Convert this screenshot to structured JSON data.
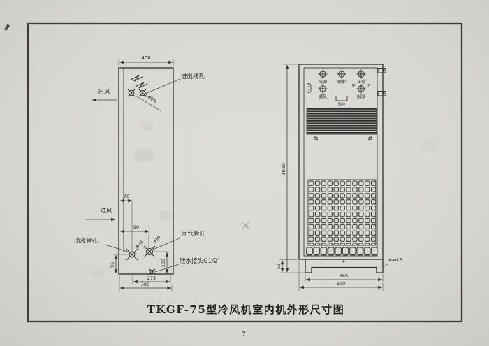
{
  "page": {
    "caption": "TKGF-75型冷风机室内机外形尺寸图",
    "page_number": "7"
  },
  "side_view": {
    "air_out_label": "出风",
    "air_in_label": "进风",
    "wire_hole_label": "进出线孔",
    "wire_hole_spec": "2-Φ28",
    "liquid_hole_label": "出液管孔",
    "gas_hole_label": "回气管孔",
    "drain_label": "泄水接头G1/2″",
    "hole_dia_small": "Φ28",
    "hole_dia_large": "Φ36",
    "dim_width": "400",
    "dim_hole_offset_1": "76",
    "dim_hole_offset_2": "90",
    "dim_hole_height_1": "95",
    "dim_hole_height_2": "135",
    "dim_bottom_1": "275",
    "dim_bottom_2": "380"
  },
  "front_view": {
    "indicator_power": "电源",
    "indicator_protect": "保护",
    "indicator_normal": "正常",
    "indicator_fan": "通风",
    "indicator_cool": "制冷",
    "switch_off": "关",
    "switch_on": "开",
    "display_label": "温控",
    "dim_height": "1650",
    "dim_base_height": "50",
    "dim_feet_span": "565",
    "dim_width": "600",
    "feet_holes": "4-Φ15"
  }
}
